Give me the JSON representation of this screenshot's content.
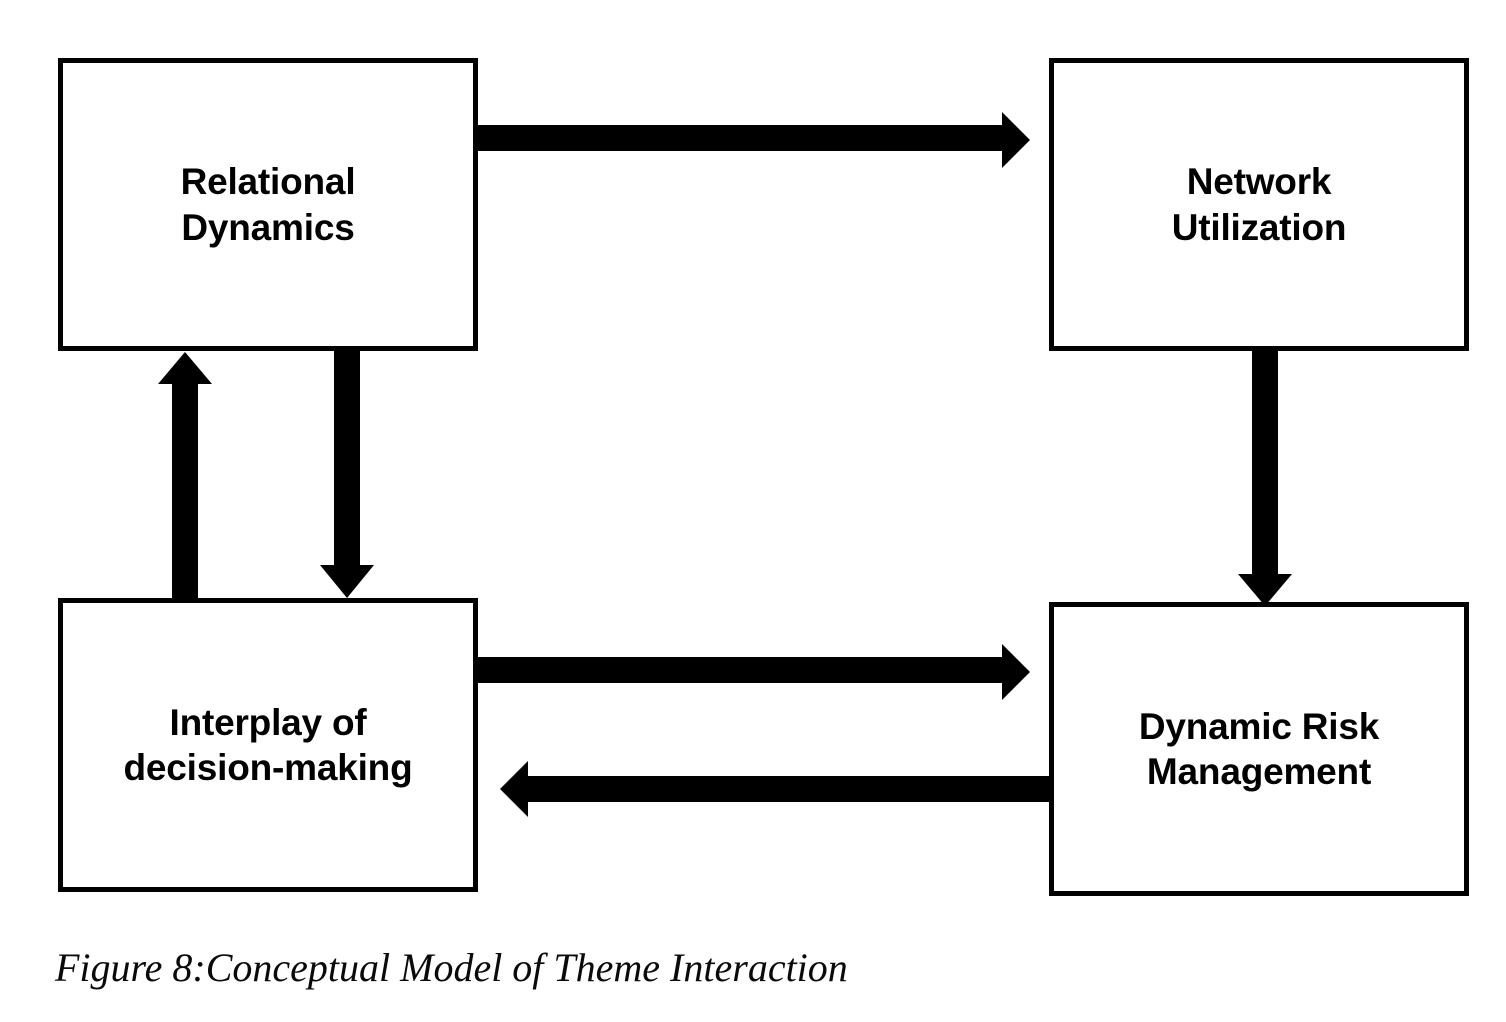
{
  "figure": {
    "caption": "Figure 8:Conceptual Model of Theme Interaction",
    "background_color": "#ffffff",
    "stroke_color": "#000000",
    "text_color": "#000000"
  },
  "diagram": {
    "type": "conceptual-model-flow",
    "nodes": [
      {
        "id": "relational-dynamics",
        "label": "Relational\nDynamics",
        "position": "top-left"
      },
      {
        "id": "network-utilization",
        "label": "Network\nUtilization",
        "position": "top-right"
      },
      {
        "id": "interplay-decision-making",
        "label": "Interplay of\ndecision-making",
        "position": "bottom-left"
      },
      {
        "id": "dynamic-risk-management",
        "label": "Dynamic Risk\nManagement",
        "position": "bottom-right"
      }
    ],
    "edges": [
      {
        "id": "rd-to-nu",
        "from": "relational-dynamics",
        "to": "network-utilization",
        "direction": "right"
      },
      {
        "id": "nu-to-drm",
        "from": "network-utilization",
        "to": "dynamic-risk-management",
        "direction": "down"
      },
      {
        "id": "idm-to-rd",
        "from": "interplay-decision-making",
        "to": "relational-dynamics",
        "direction": "up"
      },
      {
        "id": "rd-to-idm",
        "from": "relational-dynamics",
        "to": "interplay-decision-making",
        "direction": "down"
      },
      {
        "id": "idm-to-drm",
        "from": "interplay-decision-making",
        "to": "dynamic-risk-management",
        "direction": "right"
      },
      {
        "id": "drm-to-idm",
        "from": "dynamic-risk-management",
        "to": "interplay-decision-making",
        "direction": "left"
      }
    ]
  }
}
